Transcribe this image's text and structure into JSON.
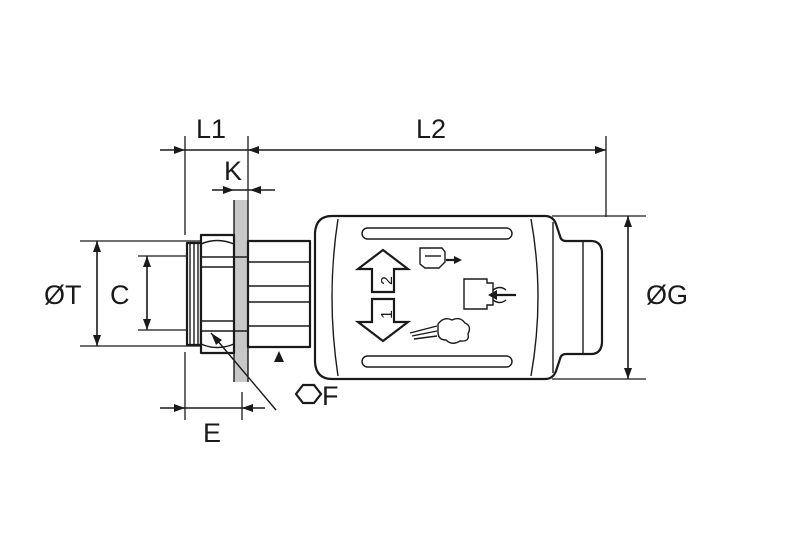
{
  "dimensions": {
    "l1": "L1",
    "l2": "L2",
    "k": "K",
    "t": "ØT",
    "c": "C",
    "g": "ØG",
    "e": "E",
    "f": "F"
  },
  "icons": {
    "hex": "hexagon-icon",
    "arrows": "double-arrow-icon",
    "flow_in": "flow-in-icon",
    "flow_out": "flow-out-icon",
    "exhaust": "exhaust-icon"
  },
  "position_labels": {
    "upper": "2",
    "lower": "1"
  }
}
